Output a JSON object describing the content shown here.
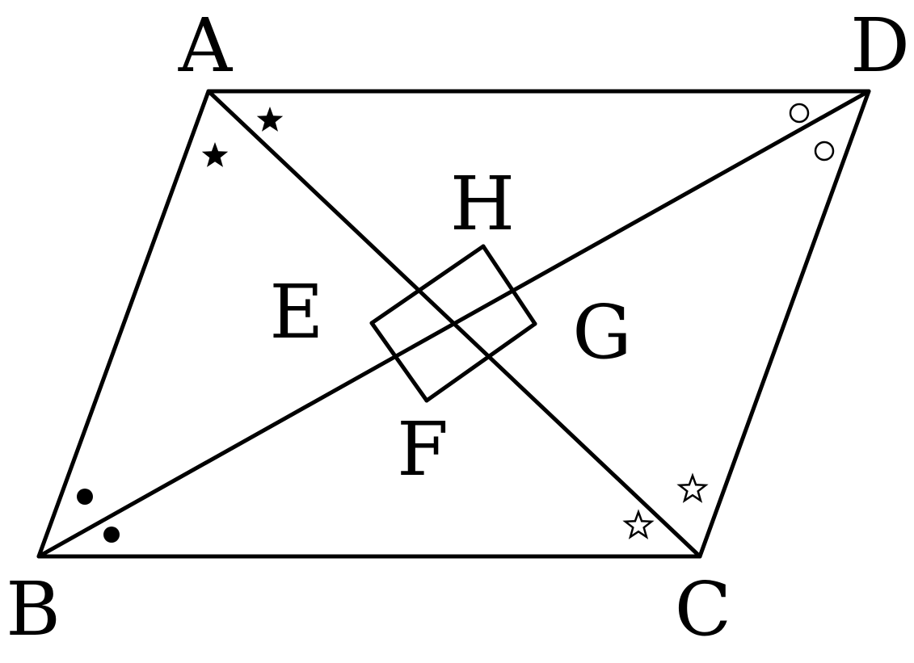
{
  "points": {
    "A": "A",
    "B": "B",
    "C": "C",
    "D": "D",
    "E": "E",
    "F": "F",
    "G": "G",
    "H": "H"
  },
  "angle_marks": {
    "A": "filled-star",
    "B": "filled-dot",
    "C": "open-star",
    "D": "open-circle"
  },
  "colors": {
    "stroke": "#000000",
    "background": "#ffffff"
  }
}
